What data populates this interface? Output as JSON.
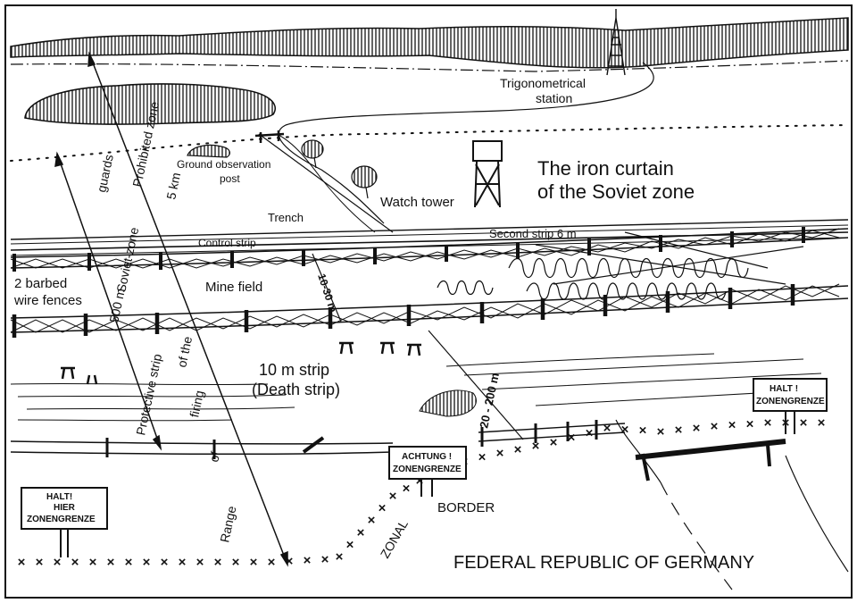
{
  "colors": {
    "ink": "#111111",
    "paper": "#ffffff"
  },
  "labels": {
    "trig_station_line1": "Trigonometrical",
    "trig_station_line2": "station",
    "ground_obs_line1": "Ground observation",
    "ground_obs_line2": "post",
    "watch_tower": "Watch tower",
    "title_line1": "The iron curtain",
    "title_line2": "of the Soviet zone",
    "trench": "Trench",
    "control_strip": "Control strip",
    "second_strip": "Second strip 6 m",
    "mine_field": "Mine field",
    "width_10_30": "10-30 m",
    "fences_line1": "2 barbed",
    "fences_line2": "wire fences",
    "death_strip_line1": "10 m strip",
    "death_strip_line2": "(Death strip)",
    "width_20_200": "20 - 200 m",
    "guards": "guards",
    "prohibited_zone_line1": "Prohibited zone",
    "prohibited_zone_line2": "5 km",
    "soviet_zone": "Soviet-zone",
    "distance_500": "500 m",
    "protective_strip": "Protective strip",
    "of_the": "of the",
    "firing": "firing",
    "of": "of",
    "range": "Range",
    "zonal": "ZONAL",
    "border": "BORDER",
    "frg": "FEDERAL REPUBLIC OF GERMANY"
  },
  "signs": {
    "achtung_line1": "ACHTUNG !",
    "achtung_line2": "ZONENGRENZE",
    "halt_right_line1": "HALT !",
    "halt_right_line2": "ZONENGRENZE",
    "halt_left_line1": "HALT!",
    "halt_left_line2": "HIER",
    "halt_left_line3": "ZONENGRENZE"
  }
}
